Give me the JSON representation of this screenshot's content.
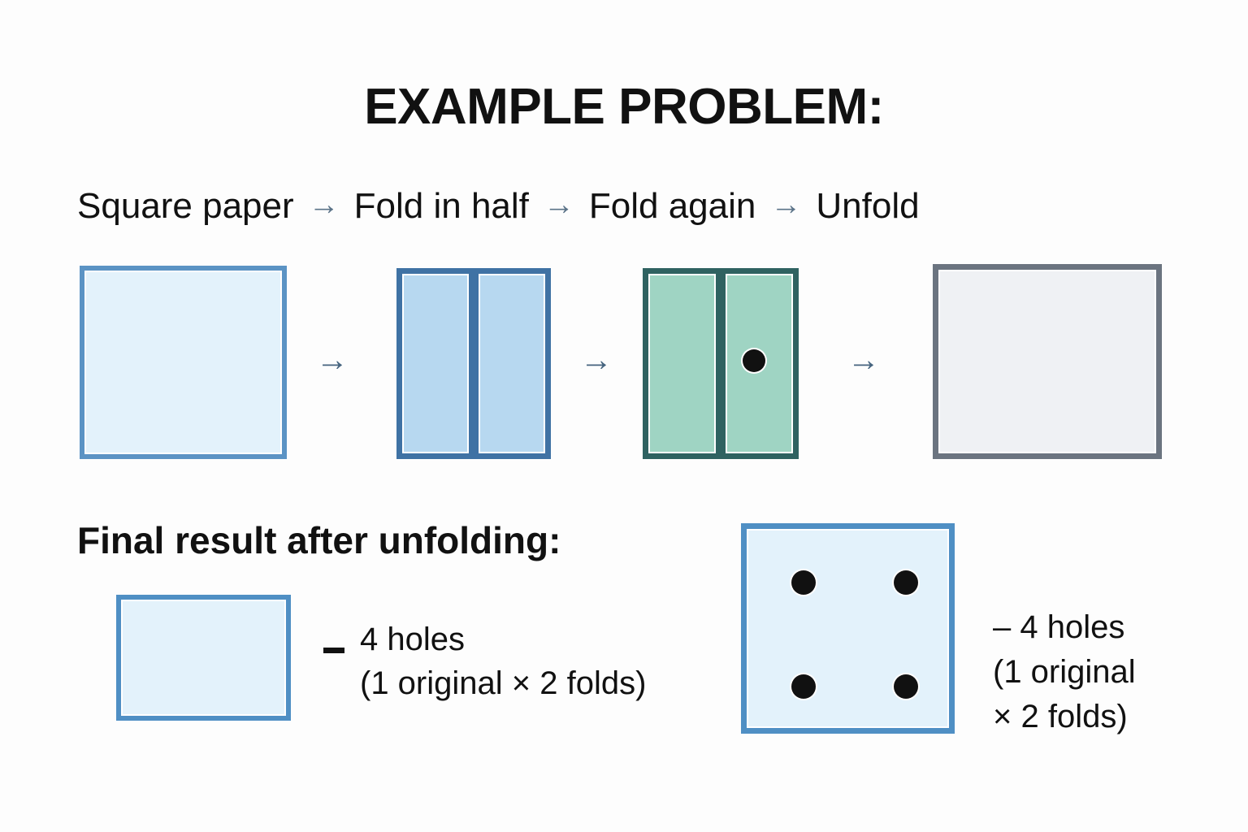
{
  "title": "EXAMPLE PROBLEM:",
  "steps": {
    "arrow_glyph": "→",
    "labels": [
      "Square paper",
      "Fold in half",
      "Fold again",
      "Unfold"
    ]
  },
  "diagram": {
    "row_arrow_glyph": "→",
    "shapes": [
      {
        "name": "square-paper",
        "fill": "#e3f2fb",
        "stroke": "#5b93c4",
        "fold_lines": 0,
        "holes": 0
      },
      {
        "name": "folded-once",
        "fill": "#b7d8f0",
        "stroke": "#3f72a4",
        "fold_lines": 1,
        "holes": 0
      },
      {
        "name": "folded-twice",
        "fill": "#9fd4c3",
        "stroke": "#2f6261",
        "fold_lines": 1,
        "holes": 1
      },
      {
        "name": "unfolded-blank",
        "fill": "#eff1f4",
        "stroke": "#6b7480",
        "fold_lines": 0,
        "holes": 0
      }
    ]
  },
  "final_result": {
    "heading": "Final result after unfolding:",
    "small_example": {
      "dash": "–",
      "line1": "4 holes",
      "line2": "(1 original × 2 folds)",
      "fill": "#e3f2fb",
      "stroke": "#4f8fc4"
    },
    "big_example": {
      "hole_count": 4,
      "fill": "#e3f2fb",
      "stroke": "#4f8fc4",
      "hole_color": "#111111",
      "note_line1": "– 4 holes",
      "note_line2": "(1 original",
      "note_line3": "× 2 folds)"
    }
  },
  "colors": {
    "background": "#fdfdfd",
    "text": "#111111",
    "step_arrow": "#5b7388",
    "row_arrow": "#46647f"
  }
}
